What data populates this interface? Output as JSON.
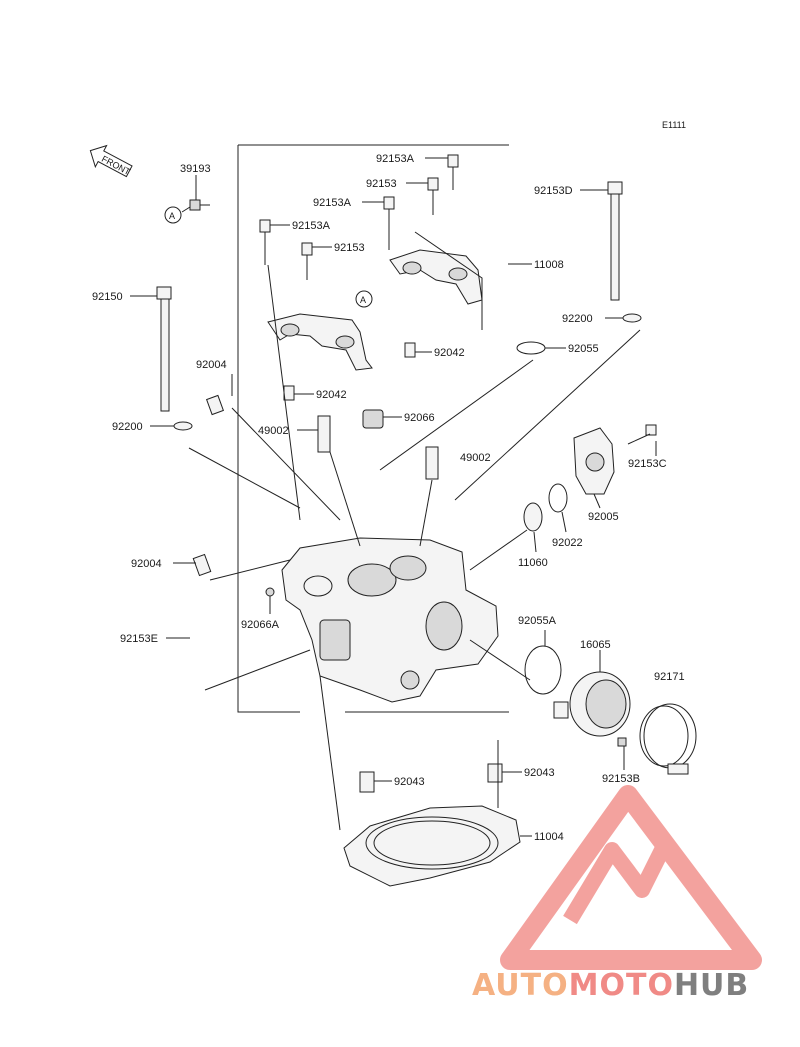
{
  "diagram_code": "E1111",
  "front_label": "FRONT",
  "ref_marker": "A",
  "labels": {
    "l39193": "39193",
    "l92153A_top": "92153A",
    "l92153_top": "92153",
    "l92153A_mid": "92153A",
    "l11008": "11008",
    "l92153D": "92153D",
    "l92153A_left": "92153A",
    "l92153_left": "92153",
    "l92150": "92150",
    "l92200_right": "92200",
    "l92055": "92055",
    "l92042_right": "92042",
    "l92004_top": "92004",
    "l92042_left": "92042",
    "l92200_left": "92200",
    "l49002_left": "49002",
    "l92066": "92066",
    "l49002_right": "49002",
    "l92153C": "92153C",
    "l92005": "92005",
    "l92022": "92022",
    "l11060": "11060",
    "l92004_mid": "92004",
    "l92066A": "92066A",
    "l92153E": "92153E",
    "l92055A": "92055A",
    "l16065": "16065",
    "l92171": "92171",
    "l92043_left": "92043",
    "l92043_right": "92043",
    "l92153B": "92153B",
    "l11004": "11004"
  },
  "watermark": {
    "part1": "AUTO",
    "part2": "MOTO",
    "part3": "HUB",
    "color1": "#f5b183",
    "color2": "#f08a86",
    "color3": "#7f7f7f",
    "logo_color": "#f1928e"
  }
}
